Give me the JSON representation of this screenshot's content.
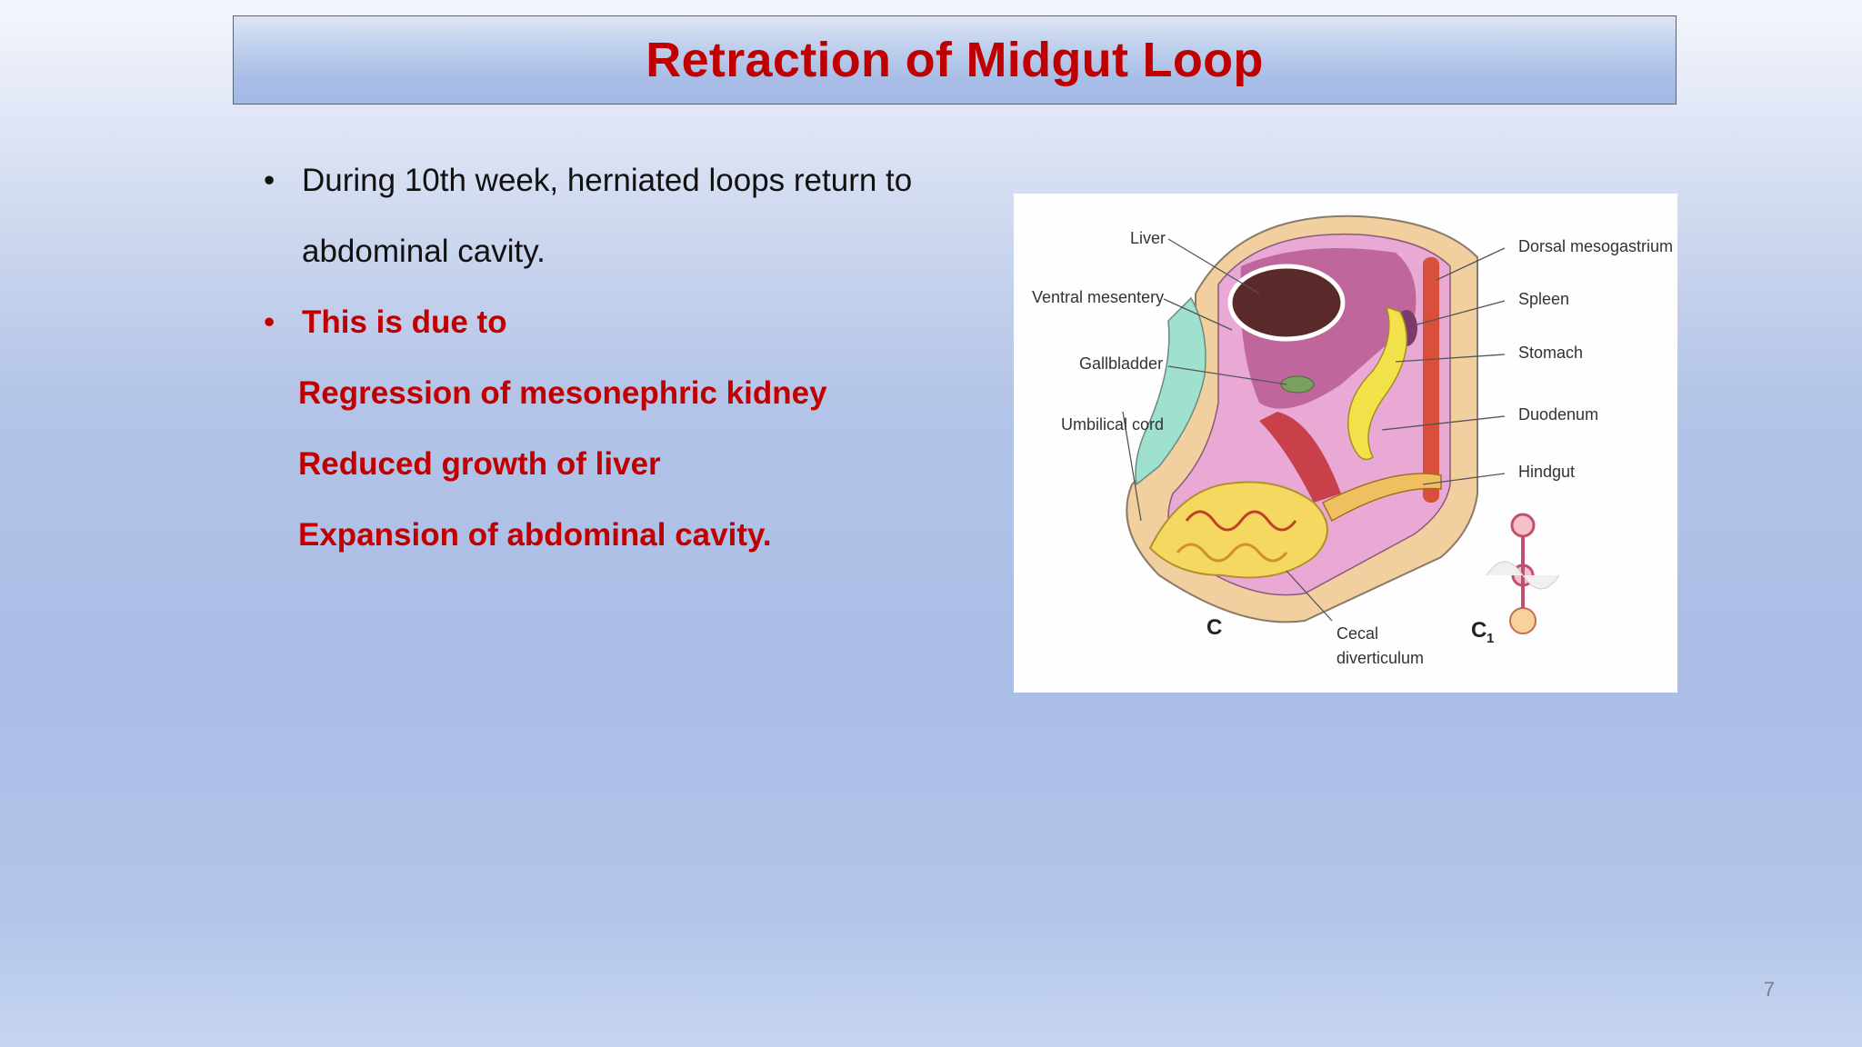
{
  "slide": {
    "title": "Retraction of Midgut Loop",
    "page_number": "7"
  },
  "content": {
    "bullet1_line1": "During 10th week, herniated loops return to",
    "bullet1_line2": "abdominal cavity.",
    "bullet2": "This is due to",
    "causes": [
      "Regression of mesonephric kidney",
      "Reduced growth of liver",
      "Expansion of abdominal cavity."
    ]
  },
  "figure": {
    "labels": {
      "liver": "Liver",
      "ventral_mesentery": "Ventral mesentery",
      "gallbladder": "Gallbladder",
      "umbilical_cord": "Umbilical cord",
      "dorsal_mesogastrium": "Dorsal mesogastrium",
      "spleen": "Spleen",
      "stomach": "Stomach",
      "duodenum": "Duodenum",
      "hindgut": "Hindgut",
      "cecal_line1": "Cecal",
      "cecal_line2": "diverticulum",
      "panel_c": "C",
      "panel_c1": "C",
      "panel_c1_sub": "1"
    }
  },
  "colors": {
    "title_red": "#c00000",
    "text_dark": "#111111"
  }
}
